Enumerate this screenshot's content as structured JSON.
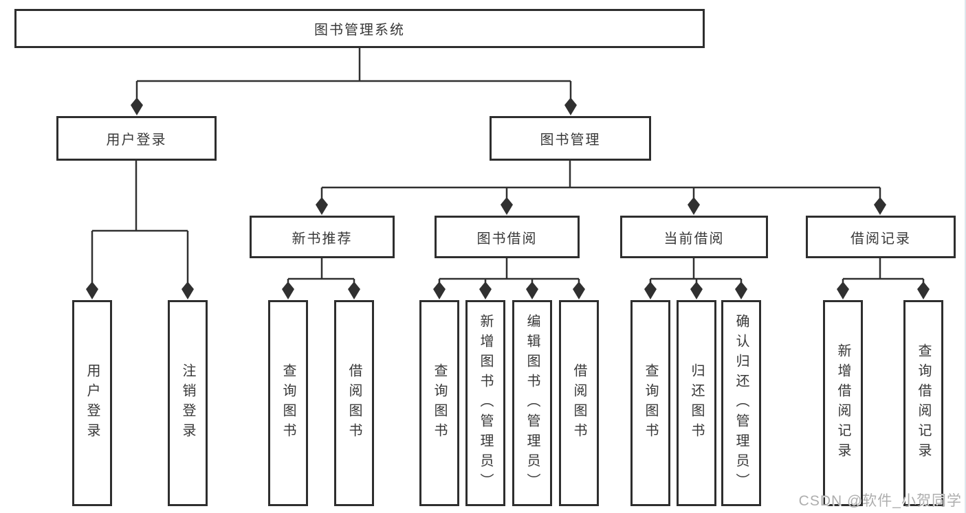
{
  "tree": {
    "label": "图书管理系统",
    "children": [
      {
        "label": "用户登录",
        "children": [
          {
            "label": "用户登录"
          },
          {
            "label": "注销登录"
          }
        ]
      },
      {
        "label": "图书管理",
        "children": [
          {
            "label": "新书推荐",
            "children": [
              {
                "label": "查询图书"
              },
              {
                "label": "借阅图书"
              }
            ]
          },
          {
            "label": "图书借阅",
            "children": [
              {
                "label": "查询图书"
              },
              {
                "label": "新增图书（管理员）"
              },
              {
                "label": "编辑图书（管理员）"
              },
              {
                "label": "借阅图书"
              }
            ]
          },
          {
            "label": "当前借阅",
            "children": [
              {
                "label": "查询图书"
              },
              {
                "label": "归还图书"
              },
              {
                "label": "确认归还（管理员）"
              }
            ]
          },
          {
            "label": "借阅记录",
            "children": [
              {
                "label": "新增借阅记录"
              },
              {
                "label": "查询借阅记录"
              }
            ]
          }
        ]
      }
    ]
  },
  "colors": {
    "line": "#303030",
    "box_border": "#2e2e2e",
    "text": "#383838",
    "background": "#ffffff",
    "watermark": "#aeaeae"
  },
  "watermark": "CSDN @软件_小贺同学"
}
